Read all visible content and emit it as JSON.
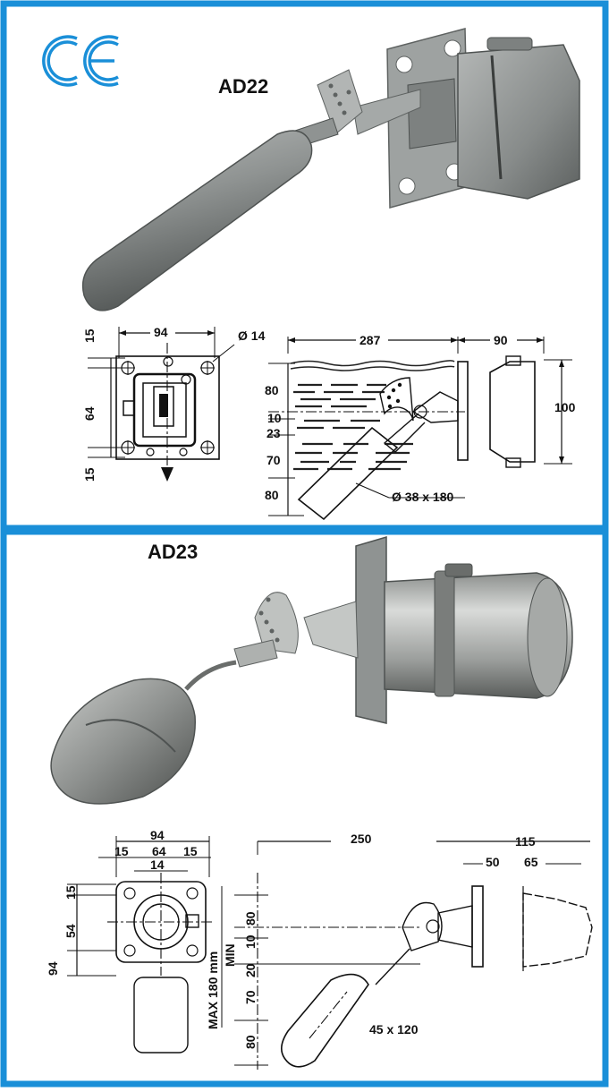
{
  "colors": {
    "frame": "#1a8fd8",
    "ce_mark": "#1a8fd8",
    "metal": "#8d9190",
    "ink": "#111111"
  },
  "top_panel": {
    "logo": "CE",
    "model": "AD22",
    "front_view": {
      "width": "94",
      "hole": "Ø 14",
      "top": "15",
      "middle": "64",
      "bottom": "15"
    },
    "side_view": {
      "length": "287",
      "housing": "90",
      "height": "100",
      "levels": [
        "80",
        "10",
        "23",
        "70",
        "80"
      ],
      "float": "Ø 38 x 180"
    }
  },
  "bottom_panel": {
    "model": "AD23",
    "front_view": {
      "width": "94",
      "left_margin": "15",
      "middle": "64",
      "right_margin": "15",
      "center": "14",
      "top": "15",
      "inner": "54",
      "height": "94"
    },
    "side_view": {
      "length": "250",
      "housing": "115",
      "flange": "50",
      "cap": "65",
      "levels": [
        "80",
        "10",
        "20",
        "70",
        "80"
      ],
      "max_label": "MAX 180 mm",
      "min_label": "MIN",
      "float": "45 x 120"
    }
  }
}
